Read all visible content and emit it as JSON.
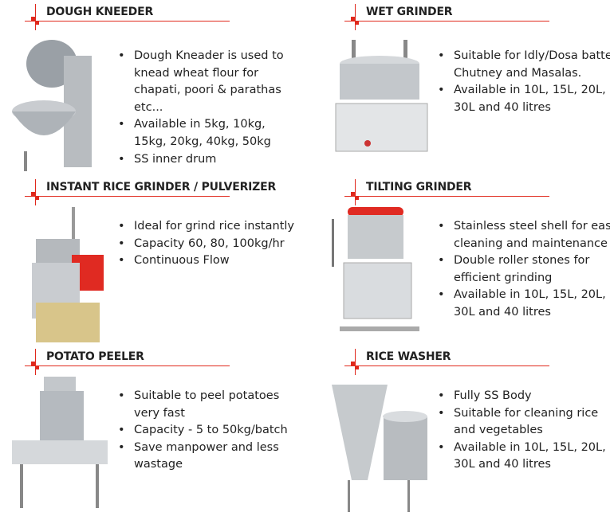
{
  "sections": [
    {
      "title": "DOUGH KNEEDER",
      "bullets": [
        "Dough Kneader is used to knead wheat flour for chapati, poori & parathas etc...",
        "Available in 5kg, 10kg, 15kg, 20kg, 40kg, 50kg",
        "SS inner drum"
      ]
    },
    {
      "title": "WET GRINDER",
      "bullets": [
        "Suitable for Idly/Dosa batter, Chutney and Masalas.",
        "Available in 10L, 15L, 20L, 30L and 40 litres"
      ]
    },
    {
      "title": "INSTANT RICE GRINDER / PULVERIZER",
      "bullets": [
        "Ideal for grind rice instantly",
        "Capacity 60, 80, 100kg/hr",
        "Continuous Flow"
      ]
    },
    {
      "title": "TILTING GRINDER",
      "bullets": [
        "Stainless steel shell for easy cleaning and maintenance",
        "Double roller stones for efficient grinding",
        "Available in 10L, 15L, 20L, 30L and 40 litres"
      ]
    },
    {
      "title": "POTATO PEELER",
      "bullets": [
        "Suitable to peel potatoes very fast",
        "Capacity - 5 to 50kg/batch",
        "Save manpower and less wastage"
      ]
    },
    {
      "title": "RICE WASHER",
      "bullets": [
        "Fully SS Body",
        "Suitable for cleaning rice and vegetables",
        "Available in 10L, 15L, 20L, 30L and 40 litres"
      ]
    }
  ],
  "colors": {
    "accent": "#e0281c"
  }
}
